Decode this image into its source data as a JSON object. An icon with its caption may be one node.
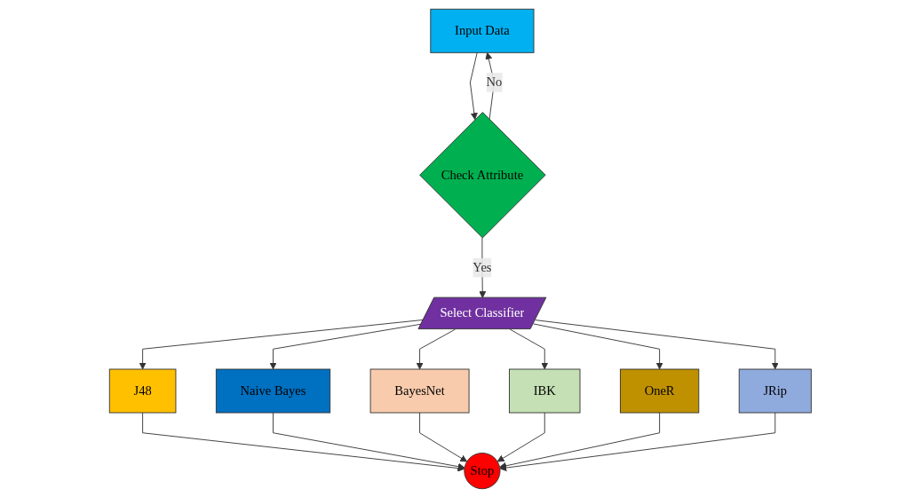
{
  "diagram": {
    "nodes": [
      {
        "text": [
          "Input Data"
        ]
      },
      {
        "text": [
          "Check Attribute"
        ]
      },
      {
        "text": [
          "Select Classifier"
        ]
      },
      {
        "text": [
          "J48"
        ]
      },
      {
        "text": [
          "Naive Bayes"
        ]
      },
      {
        "text": [
          "BayesNet"
        ]
      },
      {
        "text": [
          "IBK"
        ]
      },
      {
        "text": [
          "OneR"
        ]
      },
      {
        "text": [
          "JRip"
        ]
      },
      {
        "text": [
          "Stop"
        ]
      }
    ],
    "edges": [
      {
        "from": 0,
        "to": 1,
        "arrow": "to"
      },
      {
        "from": 1,
        "to": 0,
        "label": "No",
        "arrow": "to"
      },
      {
        "from": 1,
        "to": 2,
        "label": "Yes",
        "arrow": "to"
      },
      {
        "from": 2,
        "to": 3,
        "arrow": "to"
      },
      {
        "from": 2,
        "to": 4,
        "arrow": "to"
      },
      {
        "from": 2,
        "to": 5,
        "arrow": "to"
      },
      {
        "from": 2,
        "to": 6,
        "arrow": "to"
      },
      {
        "from": 2,
        "to": 7,
        "arrow": "to"
      },
      {
        "from": 2,
        "to": 8,
        "arrow": "to"
      },
      {
        "from": 3,
        "to": 9,
        "arrow": "to"
      },
      {
        "from": 4,
        "to": 9,
        "arrow": "to"
      },
      {
        "from": 5,
        "to": 9,
        "arrow": "to"
      },
      {
        "from": 6,
        "to": 9,
        "arrow": "to"
      },
      {
        "from": 7,
        "to": 9,
        "arrow": "to"
      },
      {
        "from": 8,
        "to": 9,
        "arrow": "to"
      }
    ]
  }
}
